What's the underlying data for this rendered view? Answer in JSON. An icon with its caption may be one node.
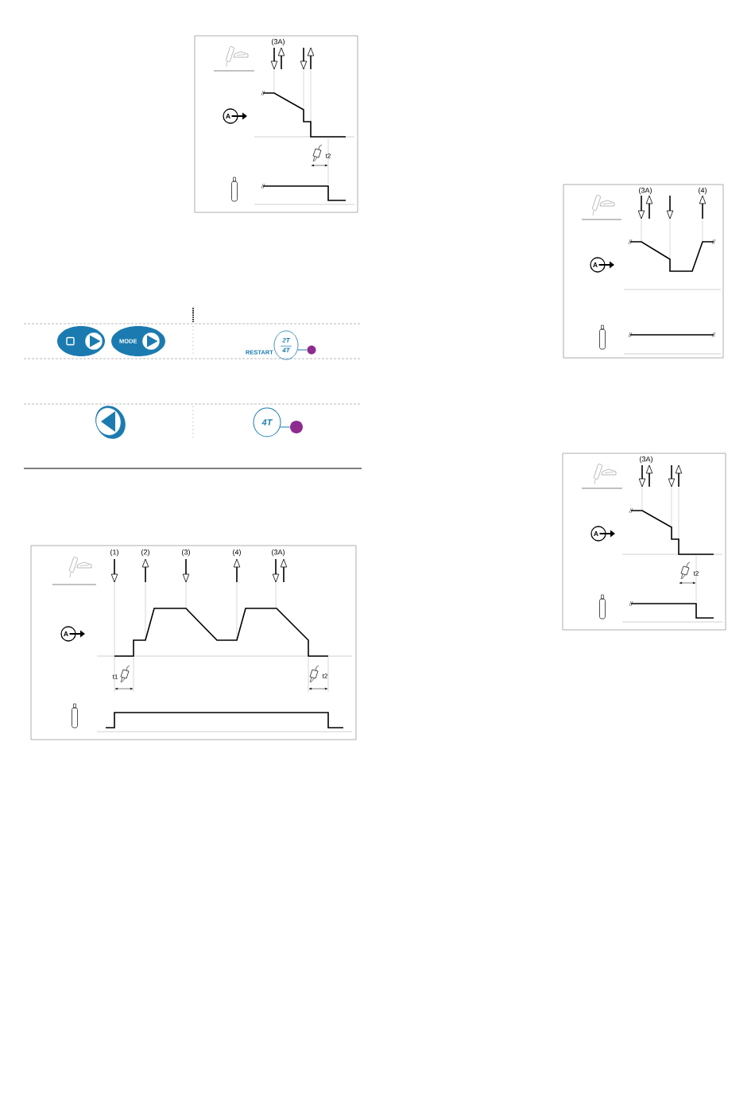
{
  "diagram": {
    "nodes": [
      {
        "text": [],
        "shape": "button"
      },
      {
        "text": [
          "MODE"
        ]
      },
      {
        "text": [
          "2T",
          "4T"
        ],
        "beside": [
          "RESTART"
        ]
      },
      {
        "text": [],
        "shape": "circle"
      },
      {
        "text": [],
        "shape": "button"
      },
      {
        "text": [
          "4T"
        ]
      },
      {
        "text": [],
        "shape": "circle"
      }
    ],
    "edges": [
      {
        "from": 2,
        "to": 3,
        "arrow": "none"
      },
      {
        "from": 5,
        "to": 6,
        "arrow": "none"
      }
    ],
    "labels": [
      "(3A)",
      "A",
      "t2",
      "(1)",
      "(2)",
      "(3)",
      "(4)",
      "(3A)",
      "A",
      "t1",
      "t2",
      "(3A)",
      "(4)",
      "A",
      "(3A)",
      "A",
      "t2"
    ]
  }
}
